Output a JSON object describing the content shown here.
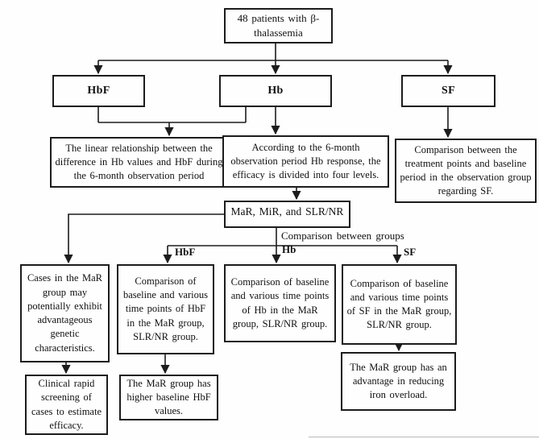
{
  "diagram": {
    "title": "Study flowchart of 48 patients with beta-thalassemia",
    "nodes": {
      "patients": {
        "text": "48 patients with β-thalassemia"
      },
      "hbf": {
        "text": "HbF"
      },
      "hb": {
        "text": "Hb"
      },
      "sf": {
        "text": "SF"
      },
      "linear": {
        "text": "The linear relationship between the difference in Hb values and HbF during the 6-month observation period"
      },
      "according": {
        "text": "According to the 6-month observation period Hb response, the efficacy is divided into four levels."
      },
      "sf_compare": {
        "text": "Comparison between the treatment points and baseline period in the observation group regarding SF."
      },
      "mar_levels": {
        "text": "MaR, MiR, and SLR/NR"
      },
      "cases": {
        "text": "Cases in the MaR group may potentially exhibit advantageous genetic characteristics."
      },
      "hbf_comp": {
        "text": "Comparison of baseline and various time points of HbF in the MaR group, SLR/NR group."
      },
      "hb_comp": {
        "text": "Comparison of baseline and various time points of Hb in the MaR group, SLR/NR group."
      },
      "sf_comp": {
        "text": "Comparison of baseline and various time points of SF in the MaR group, SLR/NR group."
      },
      "clinical": {
        "text": "Clinical rapid screening of cases to estimate efficacy."
      },
      "higher_hbf": {
        "text": "The MaR group has higher baseline HbF values."
      },
      "iron": {
        "text": "The MaR group has an advantage in reducing iron overload."
      }
    },
    "edge_labels": {
      "comparison_between_groups": "Comparison between groups",
      "branch_hbf": "HbF",
      "branch_hb": "Hb",
      "branch_sf": "SF"
    },
    "colors": {
      "background": "#fefefe",
      "line": "#1c1c1c",
      "text": "#111111"
    }
  }
}
